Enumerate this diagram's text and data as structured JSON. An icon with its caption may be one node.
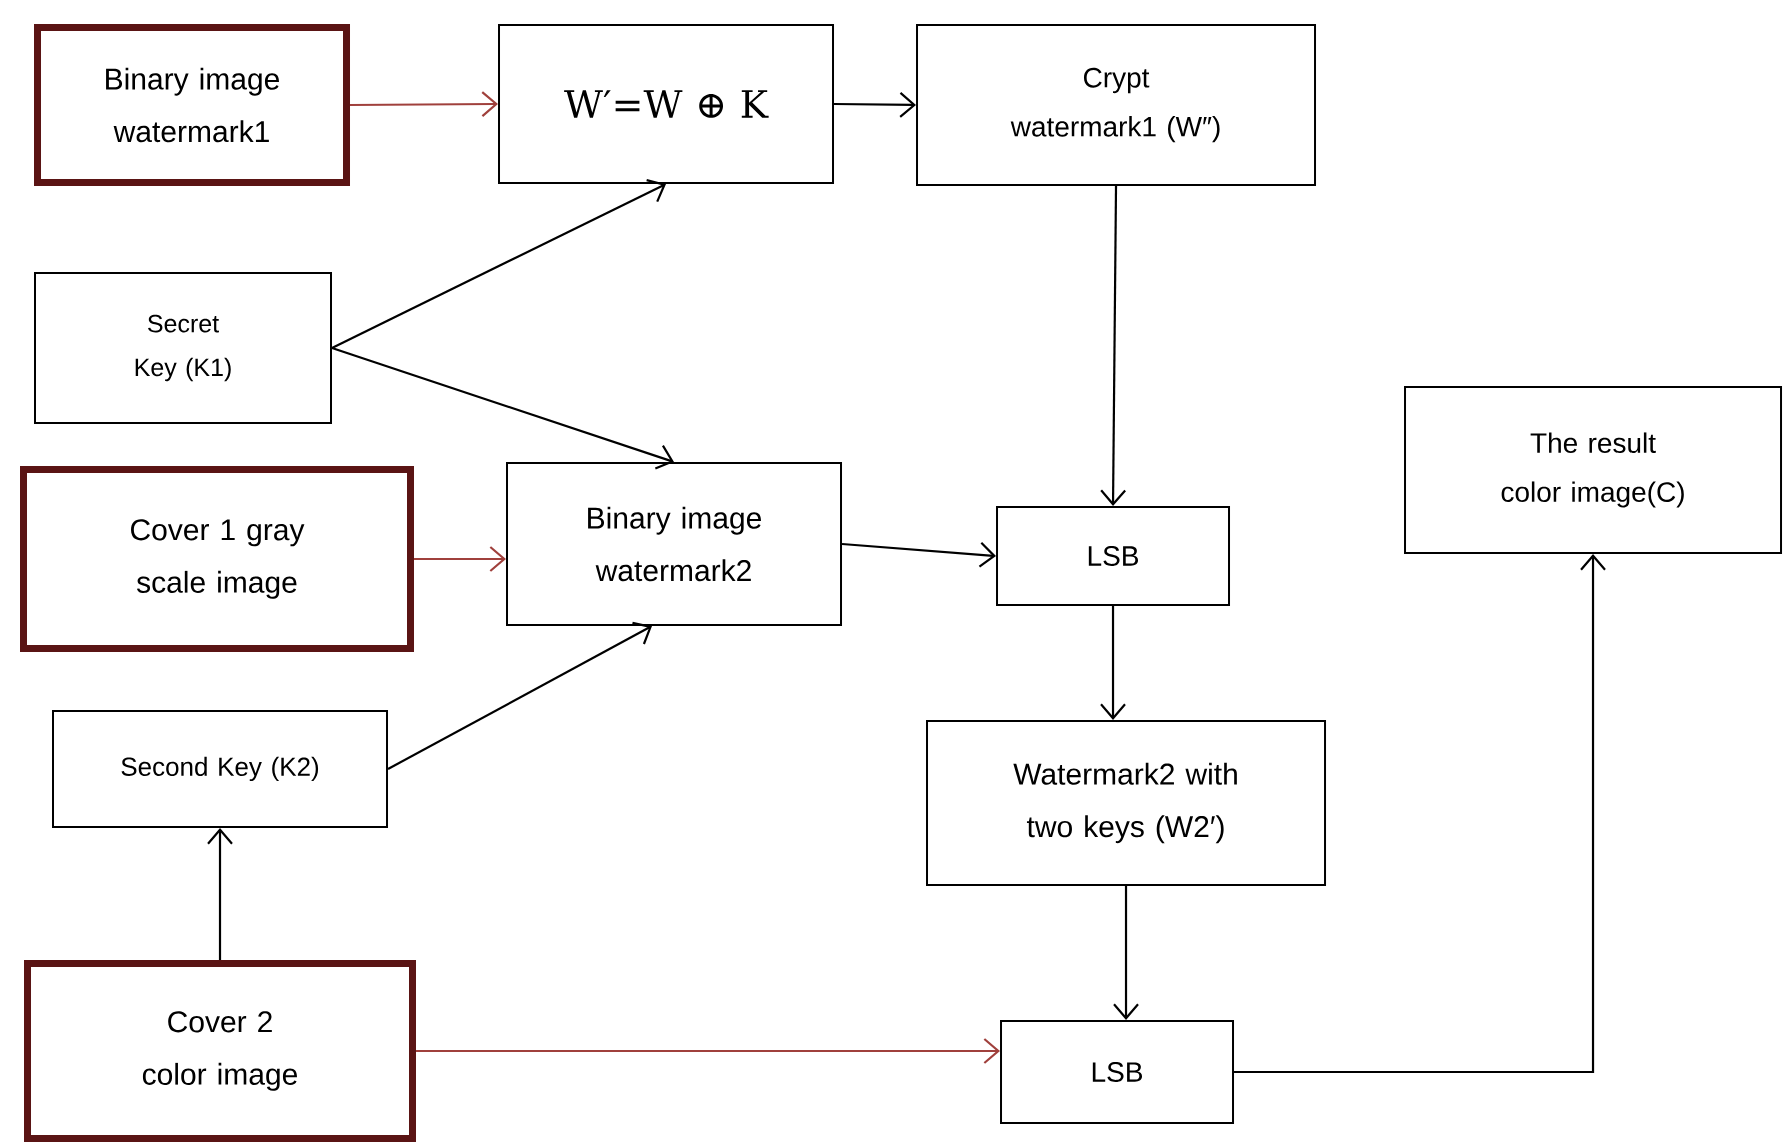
{
  "diagram": {
    "nodes": [
      {
        "text": [
          "Binary image watermark1"
        ]
      },
      {
        "text": [
          "W′=W ⊕ K"
        ]
      },
      {
        "text": [
          "Crypt watermark1 (W″)"
        ]
      },
      {
        "text": [
          "Secret Key (K1)"
        ]
      },
      {
        "text": [
          "Cover 1 gray scale image"
        ]
      },
      {
        "text": [
          "Binary image watermark2"
        ]
      },
      {
        "text": [
          "LSB"
        ]
      },
      {
        "text": [
          "The result color image(C)"
        ]
      },
      {
        "text": [
          "Second Key (K2)"
        ]
      },
      {
        "text": [
          "Watermark2 with two keys (W2′)"
        ]
      },
      {
        "text": [
          "Cover 2 color image"
        ]
      },
      {
        "text": [
          "LSB"
        ]
      }
    ],
    "edges": [
      {
        "from": 0,
        "to": 1,
        "arrow": "to",
        "color": "#a0403c"
      },
      {
        "from": 1,
        "to": 2,
        "arrow": "to"
      },
      {
        "from": 3,
        "to": 1,
        "arrow": "to"
      },
      {
        "from": 3,
        "to": 5,
        "arrow": "to"
      },
      {
        "from": 2,
        "to": 6,
        "arrow": "to"
      },
      {
        "from": 4,
        "to": 5,
        "arrow": "to",
        "color": "#a0403c"
      },
      {
        "from": 8,
        "to": 5,
        "arrow": "to"
      },
      {
        "from": 5,
        "to": 6,
        "arrow": "to"
      },
      {
        "from": 6,
        "to": 9,
        "arrow": "to"
      },
      {
        "from": 10,
        "to": 8,
        "arrow": "to"
      },
      {
        "from": 9,
        "to": 11,
        "arrow": "to"
      },
      {
        "from": 10,
        "to": 11,
        "arrow": "to",
        "color": "#a0403c"
      },
      {
        "from": 11,
        "to": 7,
        "arrow": "to"
      }
    ]
  }
}
